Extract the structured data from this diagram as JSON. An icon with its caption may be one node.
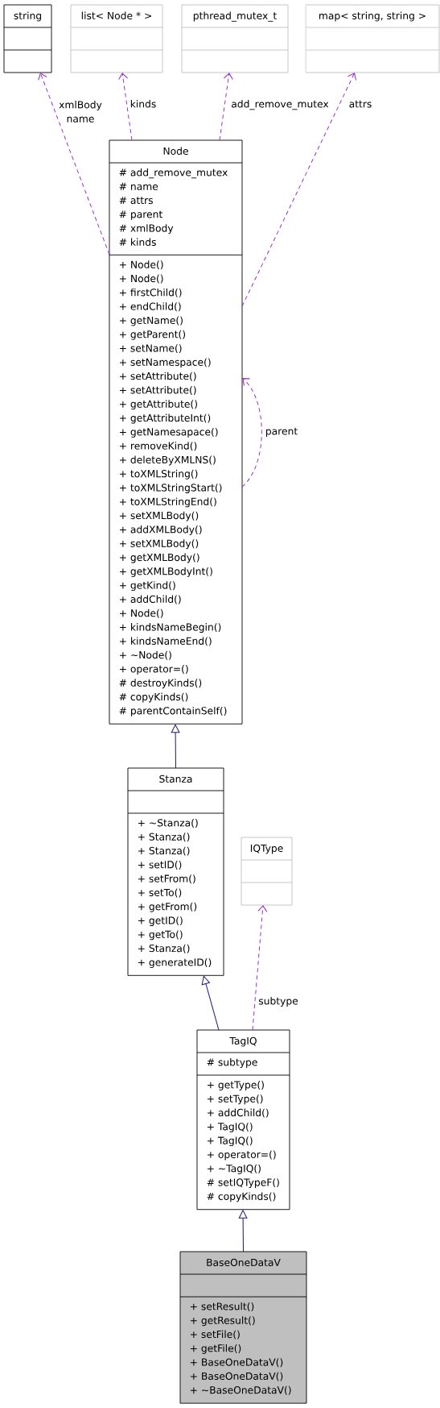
{
  "diagram": {
    "nodes": [
      {
        "text": [
          "string"
        ]
      },
      {
        "text": [
          "list< Node * >"
        ]
      },
      {
        "text": [
          "pthread_mutex_t"
        ]
      },
      {
        "text": [
          "map< string, string >"
        ]
      },
      {
        "text": [
          "Node",
          "# add_remove_mutex",
          "# name",
          "# attrs",
          "# parent",
          "# xmlBody",
          "# kinds",
          "+ Node()",
          "+ Node()",
          "+ firstChild()",
          "+ endChild()",
          "+ getName()",
          "+ getParent()",
          "+ setName()",
          "+ setNamespace()",
          "+ setAttribute()",
          "+ setAttribute()",
          "+ getAttribute()",
          "+ getAttributeInt()",
          "+ getNamesapace()",
          "+ removeKind()",
          "+ deleteByXMLNS()",
          "+ toXMLString()",
          "+ toXMLStringStart()",
          "+ toXMLStringEnd()",
          "+ setXMLBody()",
          "+ addXMLBody()",
          "+ setXMLBody()",
          "+ getXMLBody()",
          "+ getXMLBodyInt()",
          "+ getKind()",
          "+ addChild()",
          "+ Node()",
          "+ kindsNameBegin()",
          "+ kindsNameEnd()",
          "+ ~Node()",
          "+ operator=()",
          "# destroyKinds()",
          "# copyKinds()",
          "# parentContainSelf()"
        ]
      },
      {
        "text": [
          "Stanza",
          "+ ~Stanza()",
          "+ Stanza()",
          "+ Stanza()",
          "+ setID()",
          "+ setFrom()",
          "+ setTo()",
          "+ getFrom()",
          "+ getID()",
          "+ getTo()",
          "+ Stanza()",
          "+ generateID()"
        ]
      },
      {
        "text": [
          "IQType"
        ]
      },
      {
        "text": [
          "TagIQ",
          "# subtype",
          "+ getType()",
          "+ setType()",
          "+ addChild()",
          "+ TagIQ()",
          "+ TagIQ()",
          "+ operator=()",
          "+ ~TagIQ()",
          "# setIQTypeF()",
          "# copyKinds()"
        ]
      },
      {
        "text": [
          "BaseOneDataV",
          "+ setResult()",
          "+ getResult()",
          "+ setFile()",
          "+ getFile()",
          "+ BaseOneDataV()",
          "+ BaseOneDataV()",
          "+ ~BaseOneDataV()"
        ]
      }
    ],
    "edges": [
      {
        "from": 4,
        "to": 0,
        "arrow": "to",
        "label": "xmlBody name",
        "style": "dashed"
      },
      {
        "from": 4,
        "to": 1,
        "arrow": "to",
        "label": "kinds",
        "style": "dashed"
      },
      {
        "from": 4,
        "to": 2,
        "arrow": "to",
        "label": "add_remove_mutex",
        "style": "dashed"
      },
      {
        "from": 4,
        "to": 3,
        "arrow": "to",
        "label": "attrs",
        "style": "dashed"
      },
      {
        "from": 4,
        "to": 4,
        "arrow": "to",
        "label": "parent",
        "style": "dashed"
      },
      {
        "from": 5,
        "to": 4,
        "arrow": "to",
        "color": "#191970"
      },
      {
        "from": 7,
        "to": 5,
        "arrow": "to",
        "color": "#191970"
      },
      {
        "from": 7,
        "to": 6,
        "arrow": "to",
        "label": "subtype",
        "style": "dashed"
      },
      {
        "from": 8,
        "to": 7,
        "arrow": "to",
        "color": "#191970"
      }
    ]
  }
}
